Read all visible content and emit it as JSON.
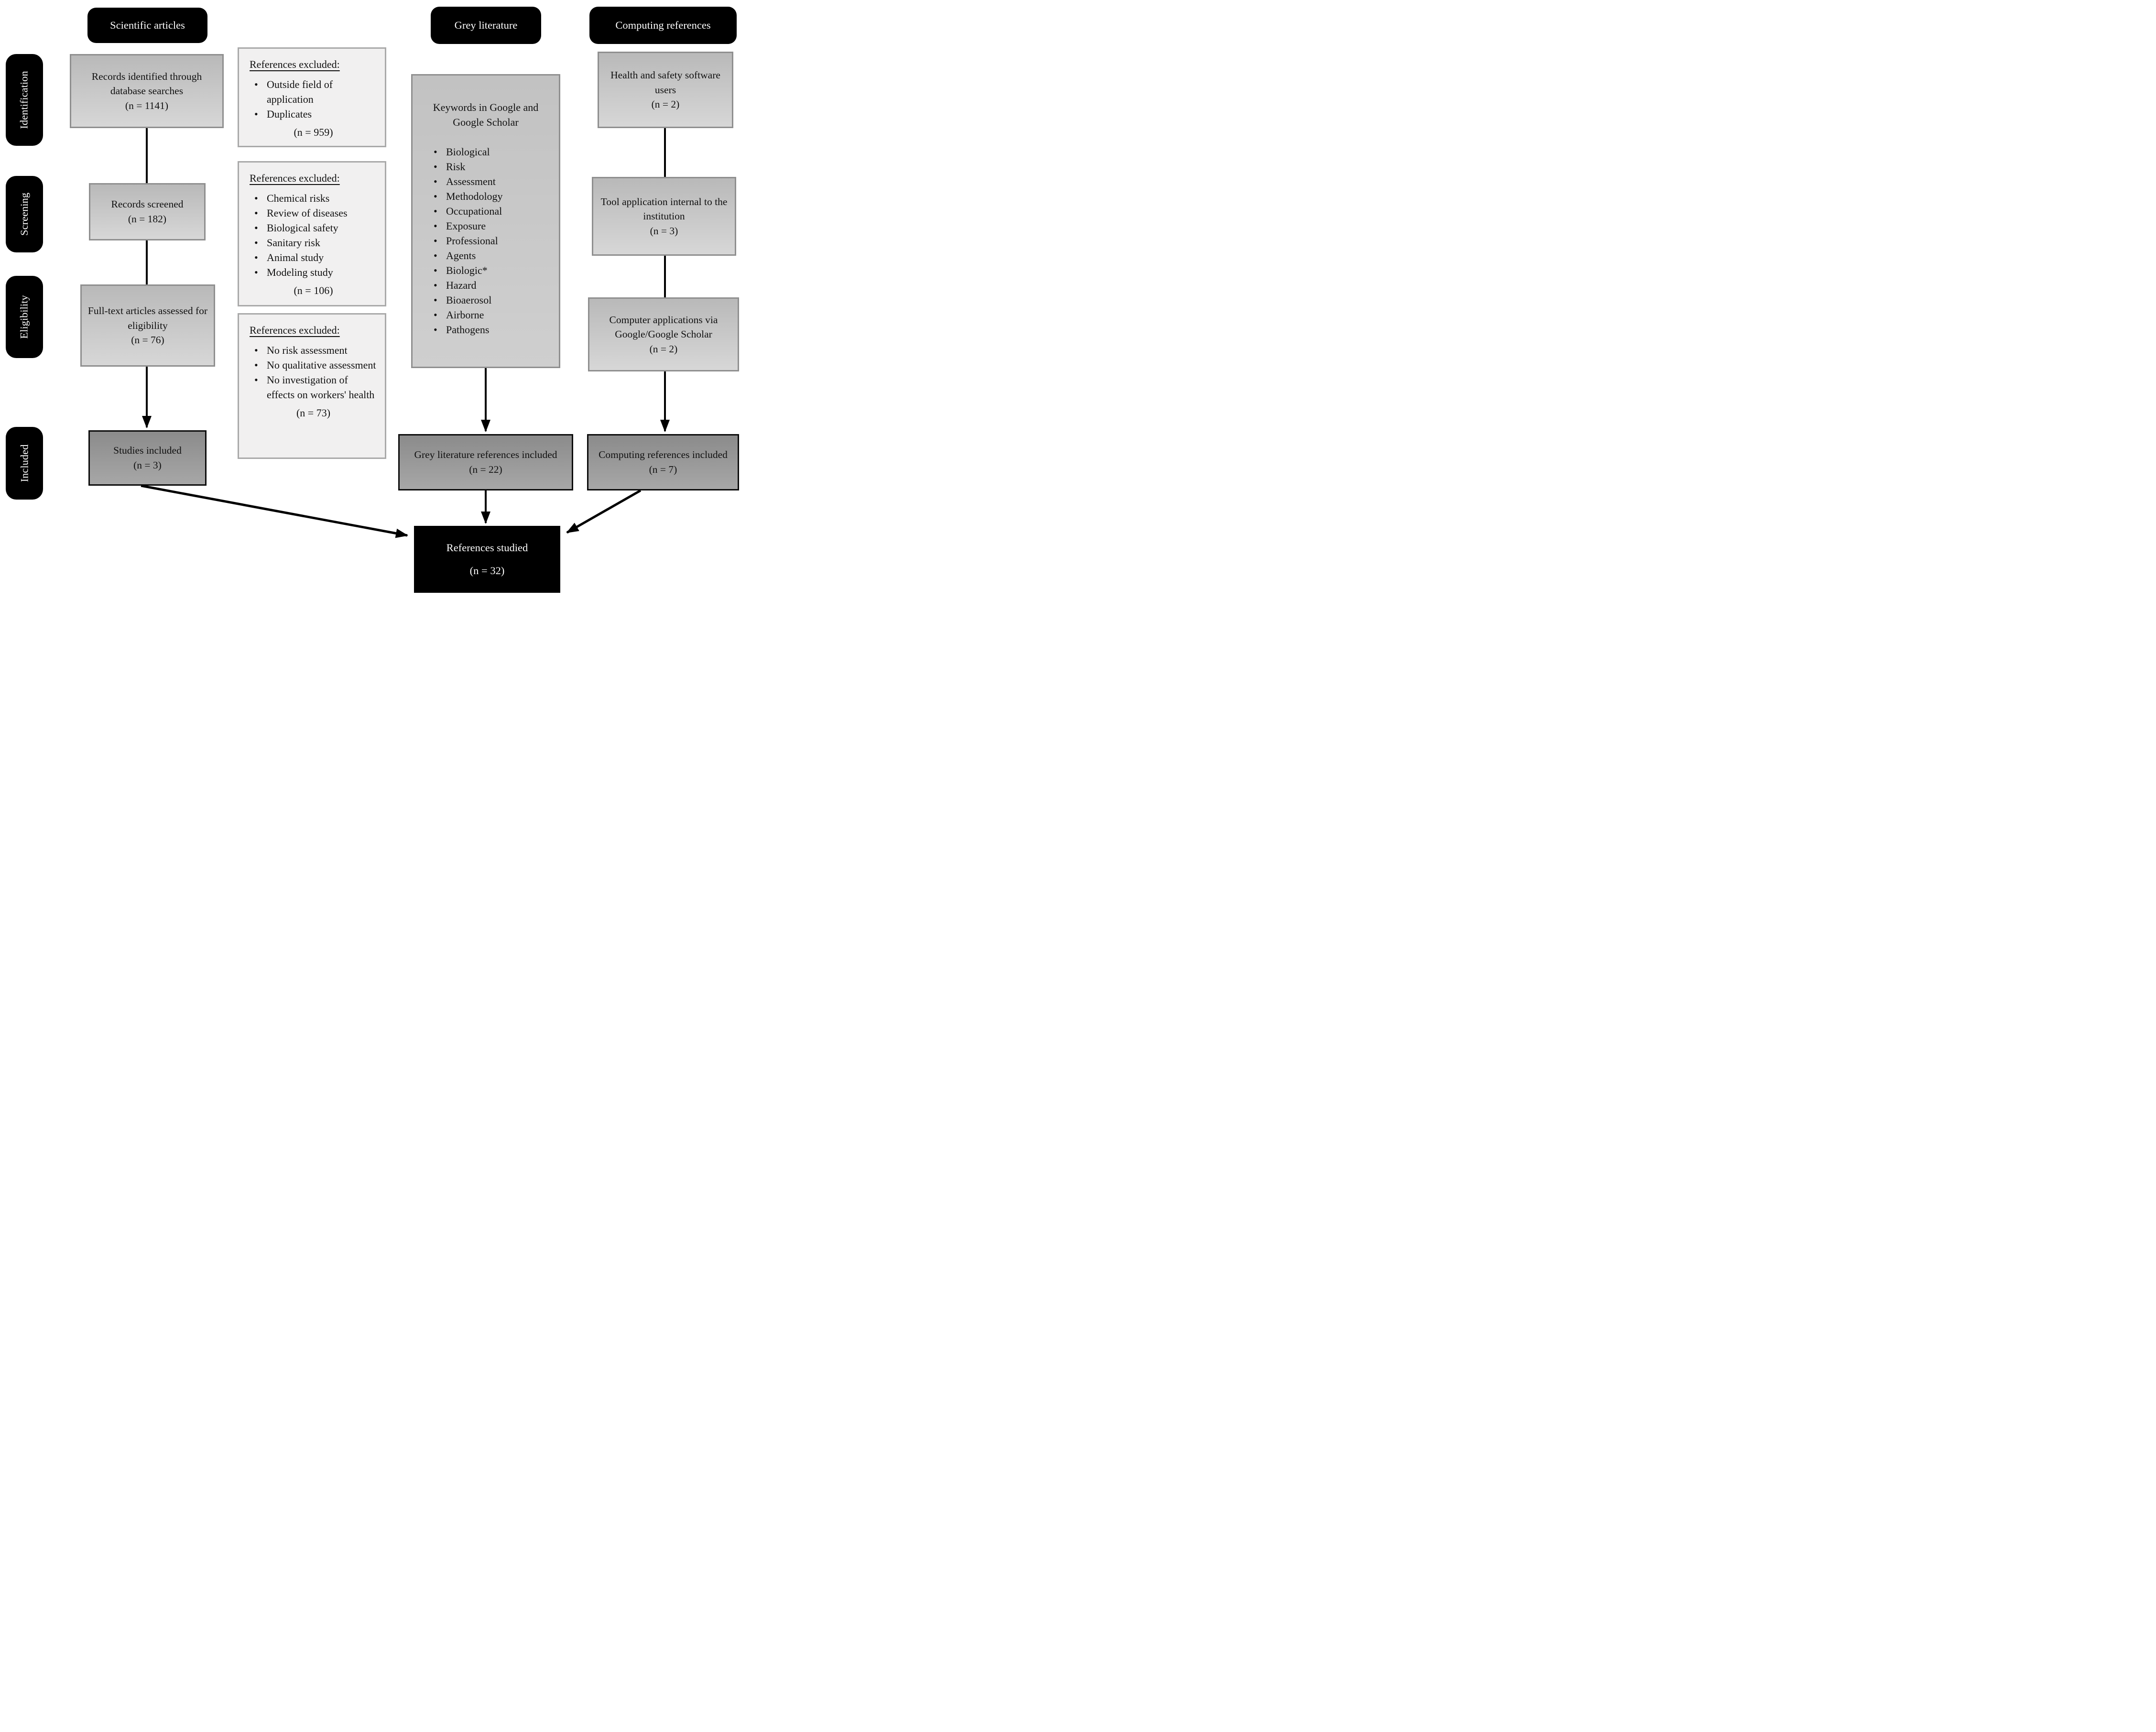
{
  "sidebar": {
    "stages": [
      {
        "label": "Identification"
      },
      {
        "label": "Screening"
      },
      {
        "label": "Eligibility"
      },
      {
        "label": "Included"
      }
    ]
  },
  "headers": {
    "scientific": "Scientific articles",
    "grey": "Grey literature",
    "computing": "Computing references"
  },
  "scientific": {
    "boxes": [
      {
        "text": "Records identified through database searches",
        "count": "(n = 1141)"
      },
      {
        "text": "Records screened",
        "count": "(n = 182)"
      },
      {
        "text": "Full-text articles assessed for eligibility",
        "count": "(n = 76)"
      },
      {
        "text": "Studies included",
        "count": "(n = 3)"
      }
    ]
  },
  "excluded": [
    {
      "title": "References excluded:",
      "items": [
        "Outside field of application",
        "Duplicates"
      ],
      "count": "(n = 959)"
    },
    {
      "title": "References excluded:",
      "items": [
        "Chemical risks",
        "Review of diseases",
        "Biological safety",
        "Sanitary risk",
        "Animal study",
        "Modeling study"
      ],
      "count": "(n = 106)"
    },
    {
      "title": "References excluded:",
      "items": [
        "No risk assessment",
        "No qualitative assessment",
        "No investigation of effects on workers' health"
      ],
      "count": "(n = 73)"
    }
  ],
  "grey": {
    "keywords_title": "Keywords in Google and Google Scholar",
    "keywords": [
      "Biological",
      "Risk",
      "Assessment",
      "Methodology",
      "Occupational",
      "Exposure",
      "Professional",
      "Agents",
      "Biologic*",
      "Hazard",
      "Bioaerosol",
      "Airborne",
      "Pathogens"
    ],
    "included": {
      "text": "Grey literature references included",
      "count": "(n = 22)"
    }
  },
  "computing": {
    "boxes": [
      {
        "text": "Health and safety software users",
        "count": "(n = 2)"
      },
      {
        "text": "Tool application internal to the institution",
        "count": "(n = 3)"
      },
      {
        "text": "Computer applications via Google/Google Scholar",
        "count": "(n = 2)"
      },
      {
        "text": "Computing references included",
        "count": "(n = 7)"
      }
    ]
  },
  "final": {
    "text": "References studied",
    "count": "(n = 32)"
  },
  "colors": {
    "black_box": "#000000",
    "light_box_top": "#b9b9b9",
    "light_box_bottom": "#d7d7d7",
    "dark_box_top": "#8b8b8b",
    "dark_box_bottom": "#a7a7a7",
    "exclusion_bg": "#f1f0f0",
    "light_border": "#8f8f8f",
    "text": "#101010"
  }
}
